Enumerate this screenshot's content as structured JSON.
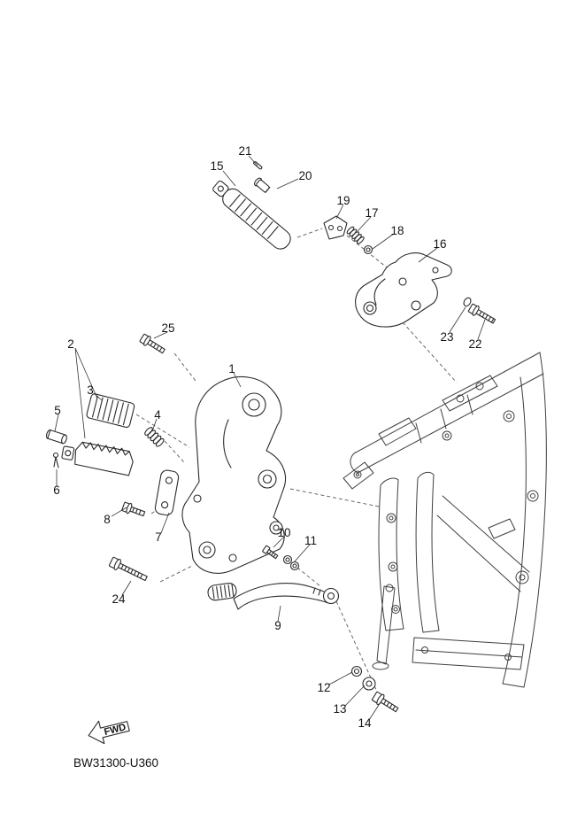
{
  "diagram": {
    "code": "BW31300-U360",
    "fwd": "FWD",
    "labels": {
      "n1": "1",
      "n2": "2",
      "n3": "3",
      "n4": "4",
      "n5": "5",
      "n6": "6",
      "n7": "7",
      "n8": "8",
      "n9": "9",
      "n10": "10",
      "n11": "11",
      "n12": "12",
      "n13": "13",
      "n14": "14",
      "n15": "15",
      "n16": "16",
      "n17": "17",
      "n18": "18",
      "n19": "19",
      "n20": "20",
      "n21": "21",
      "n22": "22",
      "n23": "23",
      "n24": "24",
      "n25": "25"
    }
  }
}
